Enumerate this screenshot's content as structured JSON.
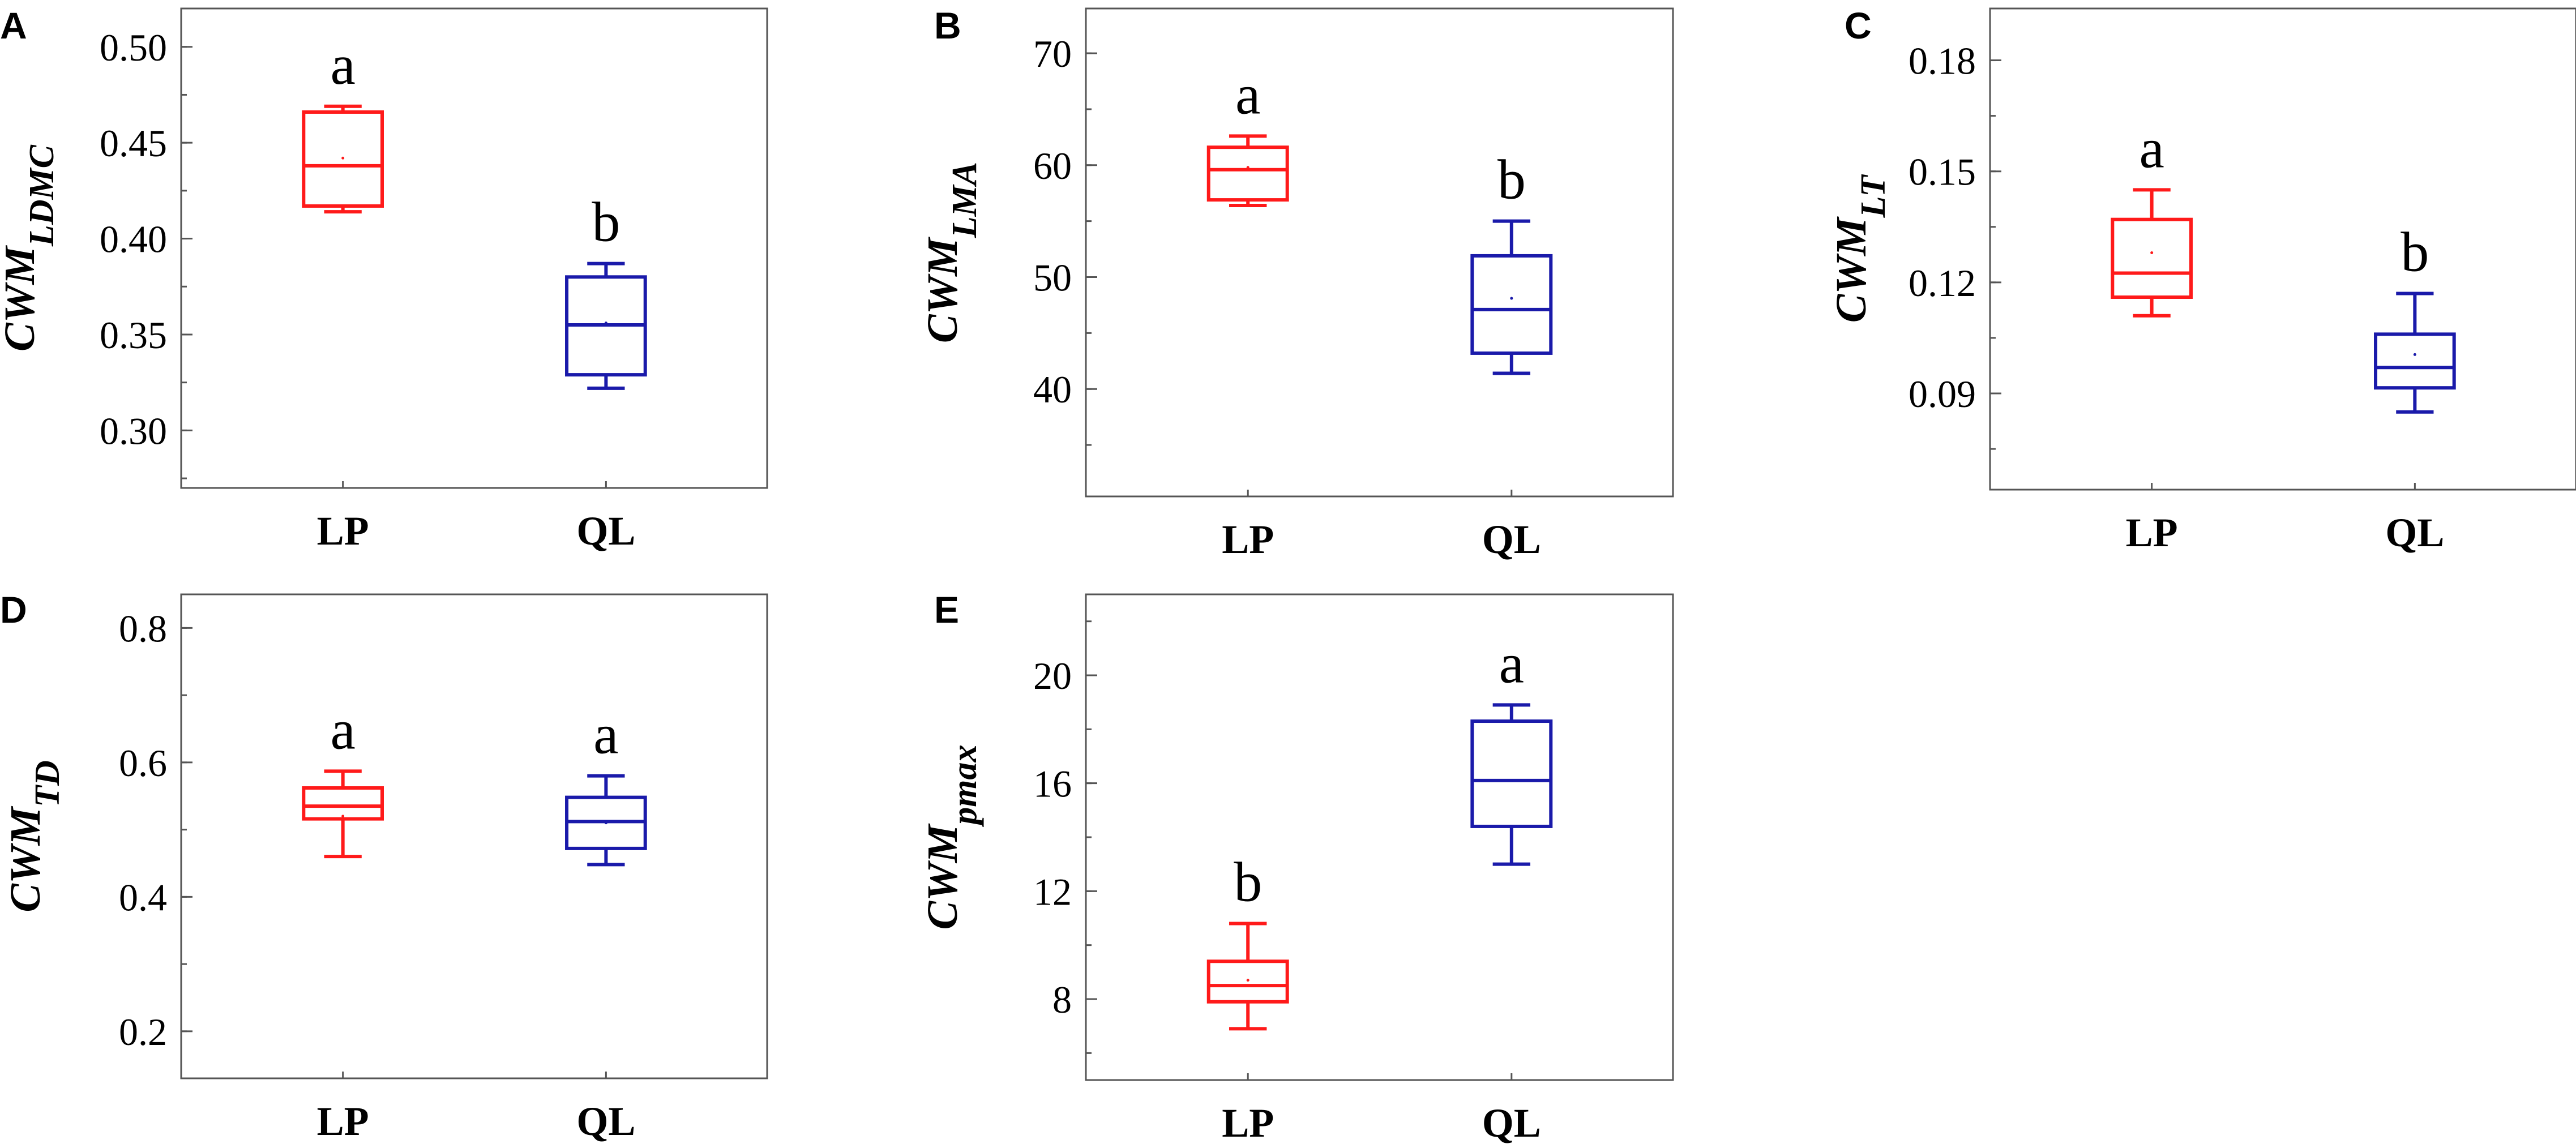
{
  "colors": {
    "LP": "#ff1a1a",
    "QL": "#1a1aaa",
    "axis": "#555555",
    "text": "#000000"
  },
  "chart_data": [
    {
      "panel": "A",
      "type": "box",
      "ylabel_main": "CWM",
      "ylabel_sub": "LDMC",
      "ylim": [
        0.27,
        0.52
      ],
      "yticks": [
        "0.30",
        "0.35",
        "0.40",
        "0.45",
        "0.50"
      ],
      "yminor": 0.025,
      "categories": [
        "LP",
        "QL"
      ],
      "boxes": [
        {
          "name": "LP",
          "min": 0.414,
          "q1": 0.417,
          "median": 0.438,
          "q3": 0.466,
          "max": 0.469,
          "mean": 0.442,
          "letter": "a"
        },
        {
          "name": "QL",
          "min": 0.322,
          "q1": 0.329,
          "median": 0.355,
          "q3": 0.38,
          "max": 0.387,
          "mean": 0.356,
          "letter": "b"
        }
      ]
    },
    {
      "panel": "B",
      "type": "box",
      "ylabel_main": "CWM",
      "ylabel_sub": "LMA",
      "ylim": [
        30.4,
        74.0
      ],
      "yticks": [
        "40",
        "50",
        "60",
        "70"
      ],
      "yminor": 5,
      "categories": [
        "LP",
        "QL"
      ],
      "boxes": [
        {
          "name": "LP",
          "min": 56.4,
          "q1": 56.9,
          "median": 59.6,
          "q3": 61.6,
          "max": 62.6,
          "mean": 59.8,
          "letter": "a"
        },
        {
          "name": "QL",
          "min": 41.4,
          "q1": 43.2,
          "median": 47.1,
          "q3": 51.9,
          "max": 55.0,
          "mean": 48.1,
          "letter": "b"
        }
      ]
    },
    {
      "panel": "C",
      "type": "box",
      "ylabel_main": "CWM",
      "ylabel_sub": "LT",
      "ylim": [
        0.064,
        0.194
      ],
      "yticks": [
        "0.09",
        "0.12",
        "0.15",
        "0.18"
      ],
      "yminor": 0.015,
      "categories": [
        "LP",
        "QL"
      ],
      "boxes": [
        {
          "name": "LP",
          "min": 0.111,
          "q1": 0.116,
          "median": 0.1225,
          "q3": 0.137,
          "max": 0.145,
          "mean": 0.128,
          "letter": "a"
        },
        {
          "name": "QL",
          "min": 0.085,
          "q1": 0.0915,
          "median": 0.097,
          "q3": 0.106,
          "max": 0.117,
          "mean": 0.1005,
          "letter": "b"
        }
      ]
    },
    {
      "panel": "D",
      "type": "box",
      "ylabel_main": "CWM",
      "ylabel_sub": "TD",
      "ylim": [
        0.13,
        0.85
      ],
      "yticks": [
        "0.2",
        "0.4",
        "0.6",
        "0.8"
      ],
      "yminor": 0.1,
      "categories": [
        "LP",
        "QL"
      ],
      "boxes": [
        {
          "name": "LP",
          "min": 0.46,
          "q1": 0.516,
          "median": 0.535,
          "q3": 0.562,
          "max": 0.587,
          "mean": 0.52,
          "letter": "a"
        },
        {
          "name": "QL",
          "min": 0.448,
          "q1": 0.472,
          "median": 0.512,
          "q3": 0.548,
          "max": 0.58,
          "mean": 0.51,
          "letter": "a"
        }
      ]
    },
    {
      "panel": "E",
      "type": "box",
      "ylabel_main": "CWM",
      "ylabel_sub": "pmax",
      "ylim": [
        5.0,
        23.0
      ],
      "yticks": [
        "8",
        "12",
        "16",
        "20"
      ],
      "yminor": 2,
      "categories": [
        "LP",
        "QL"
      ],
      "boxes": [
        {
          "name": "LP",
          "min": 6.9,
          "q1": 7.9,
          "median": 8.5,
          "q3": 9.4,
          "max": 10.8,
          "mean": 8.7,
          "letter": "b"
        },
        {
          "name": "QL",
          "min": 13.0,
          "q1": 14.4,
          "median": 16.1,
          "q3": 18.3,
          "max": 18.9,
          "mean": 16.1,
          "letter": "a"
        }
      ]
    }
  ]
}
